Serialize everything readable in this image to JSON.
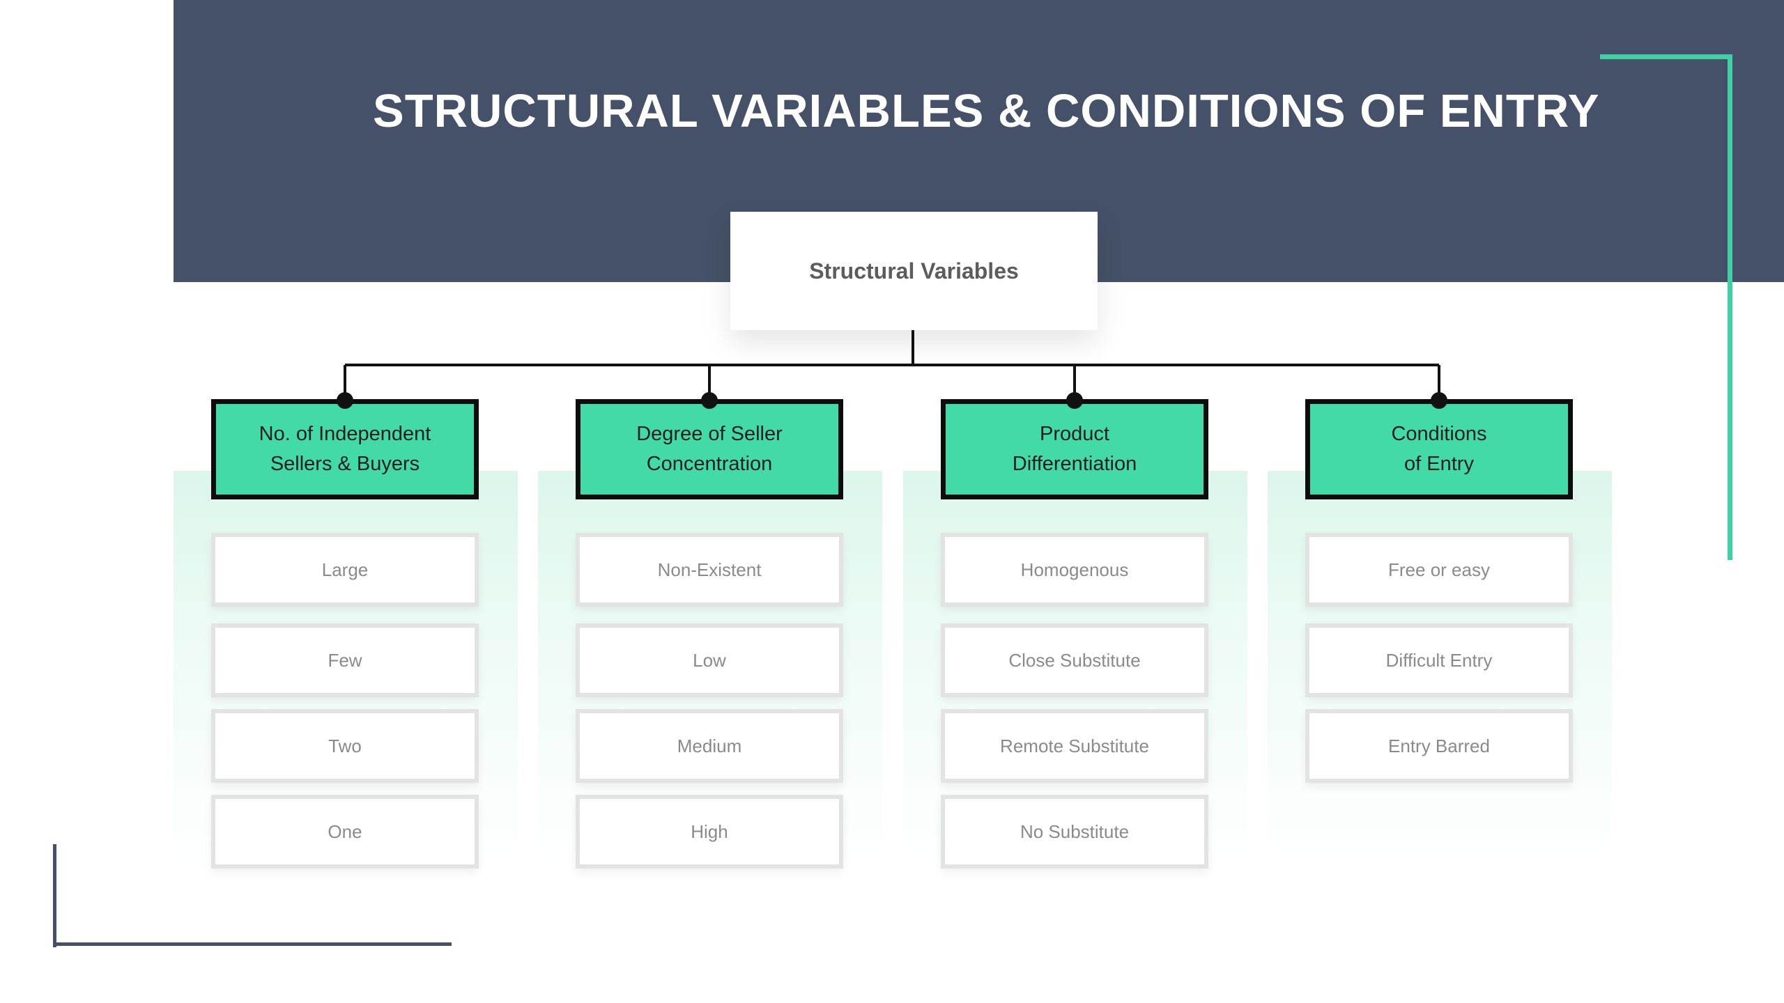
{
  "title": "STRUCTURAL VARIABLES & CONDITIONS OF ENTRY",
  "root": {
    "label": "Structural Variables"
  },
  "colors": {
    "header": "#455168",
    "accent_green": "#3fd1a4",
    "category_fill": "#42dba7",
    "category_border": "#0d0d0d"
  },
  "categories": [
    {
      "label": "No. of Independent\nSellers & Buyers",
      "options": [
        "Large",
        "Few",
        "Two",
        "One"
      ]
    },
    {
      "label": "Degree of Seller\nConcentration",
      "options": [
        "Non-Existent",
        "Low",
        "Medium",
        "High"
      ]
    },
    {
      "label": "Product\nDifferentiation",
      "options": [
        "Homogenous",
        "Close Substitute",
        "Remote Substitute",
        "No Substitute"
      ]
    },
    {
      "label": "Conditions\nof Entry",
      "options": [
        "Free or easy",
        "Difficult Entry",
        "Entry Barred"
      ]
    }
  ]
}
